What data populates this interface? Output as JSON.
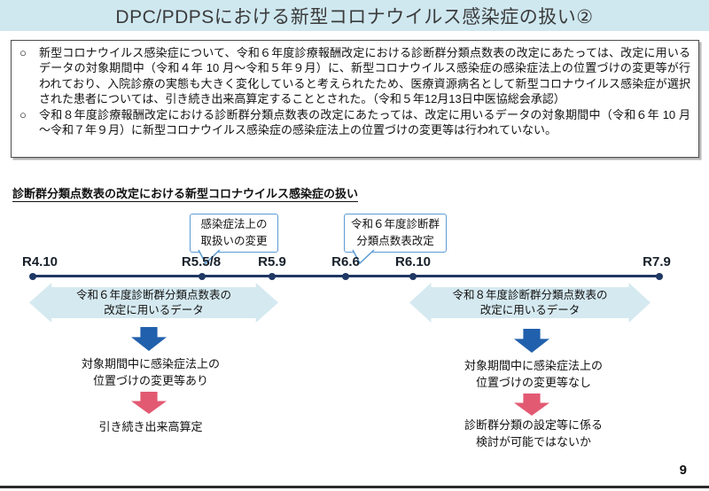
{
  "page": {
    "number": "9"
  },
  "header": {
    "title": "DPC/PDPSにおける新型コロナウイルス感染症の扱い②",
    "bar_color": "#cfe8f0"
  },
  "summary_box": {
    "bullets": [
      {
        "marker": "○",
        "text": "新型コロナウイルス感染症について、令和６年度診療報酬改定における診断群分類点数表の改定にあたっては、改定に用いるデータの対象期間中（令和４年 10 月～令和５年９月）に、新型コロナウイルス感染症の感染症法上の位置づけの変更等が行われており、入院診療の実態も大きく変化していると考えられたため、医療資源病名として新型コロナウイルス感染症が選択された患者については、引き続き出来高算定することとされた。（令和５年12月13日中医協総会承認）"
      },
      {
        "marker": "○",
        "text": "令和８年度診療報酬改定における診断群分類点数表の改定にあたっては、改定に用いるデータの対象期間中（令和６年 10 月～令和７年９月）に新型コロナウイルス感染症の感染症法上の位置づけの変更等は行われていない。"
      }
    ]
  },
  "diagram": {
    "heading": "診断群分類点数表の改定における新型コロナウイルス感染症の扱い",
    "callouts": [
      {
        "lines": [
          "感染症法上の",
          "取扱いの変更"
        ],
        "points_to": "R5.5/8"
      },
      {
        "lines": [
          "令和６年度診断群",
          "分類点数表改定"
        ],
        "points_to": "R6.6"
      }
    ],
    "timeline": {
      "ticks": [
        "R4.10",
        "R5.5/8",
        "R5.9",
        "R6.6",
        "R6.10",
        "R7.9"
      ],
      "line_color": "#1f3864"
    },
    "ranges": [
      {
        "lines": [
          "令和６年度診断群分類点数表の",
          "改定に用いるデータ"
        ],
        "from": "R4.10",
        "to": "R5.9",
        "fill": "#d5e9f0"
      },
      {
        "lines": [
          "令和８年度診断群分類点数表の",
          "改定に用いるデータ"
        ],
        "from": "R6.10",
        "to": "R7.9",
        "fill": "#d5e9f0"
      }
    ],
    "branches": [
      {
        "condition_lines": [
          "対象期間中に感染症法上の",
          "位置づけの変更等あり"
        ],
        "outcome_lines": [
          "引き続き出来高算定",
          ""
        ]
      },
      {
        "condition_lines": [
          "対象期間中に感染症法上の",
          "位置づけの変更等なし"
        ],
        "outcome_lines": [
          "診断群分類の設定等に係る",
          "検討が可能ではないか"
        ]
      }
    ],
    "colors": {
      "down_arrow_blue": "#2160ac",
      "down_arrow_pink": "#e25a72"
    }
  }
}
